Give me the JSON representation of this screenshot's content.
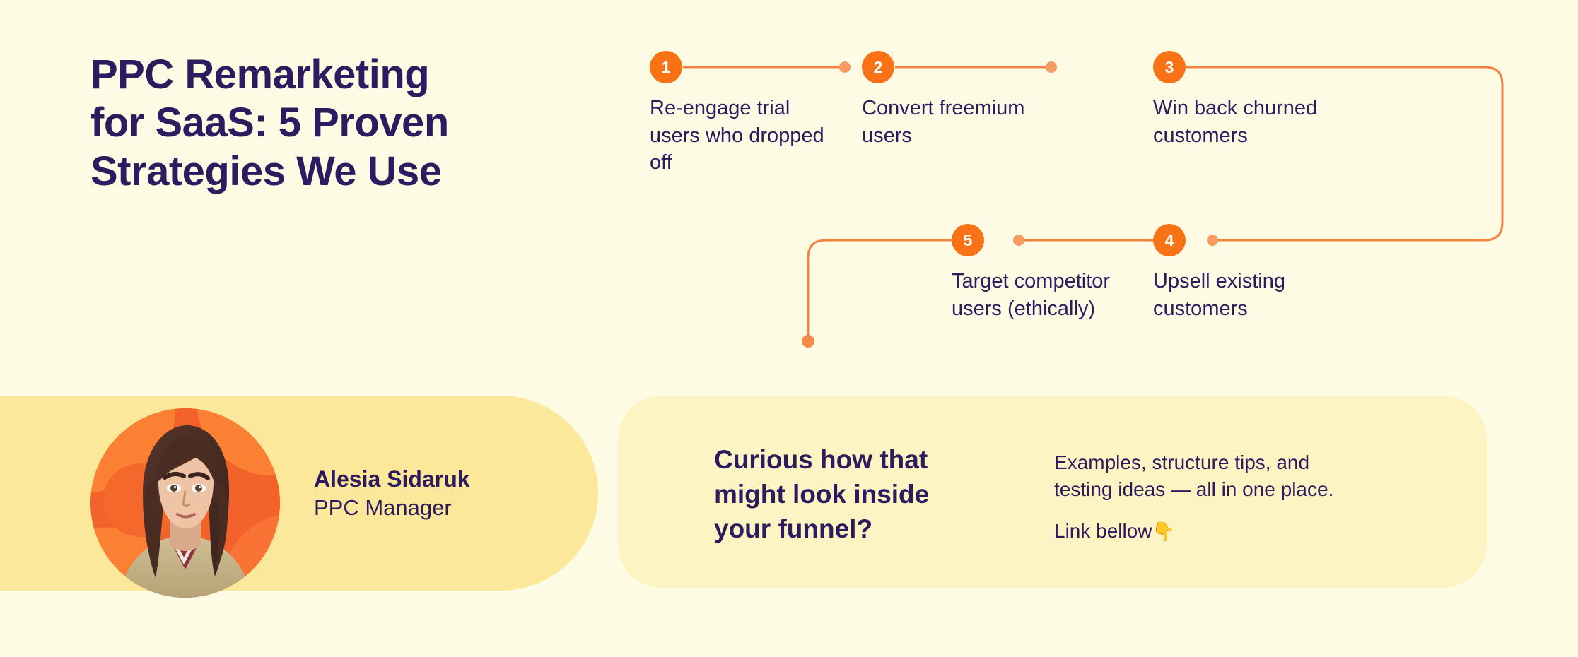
{
  "colors": {
    "page_background": "#FEFBE4",
    "accent_orange": "#F97316",
    "connector_orange": "#F2823C",
    "heading_purple": "#2E1A5E",
    "profile_card_yellow": "#FCE89B",
    "cta_card_yellow": "#FCF4C2"
  },
  "headline": {
    "lines": [
      "PPC Remarketing",
      "for SaaS: 5 Proven",
      "Strategies We Use"
    ]
  },
  "flow": {
    "steps": [
      {
        "number": "1",
        "label": "Re-engage trial users who dropped off"
      },
      {
        "number": "2",
        "label": "Convert freemium users"
      },
      {
        "number": "3",
        "label": "Win back churned customers"
      },
      {
        "number": "4",
        "label": "Upsell existing customers"
      },
      {
        "number": "5",
        "label": "Target competitor users (ethically)"
      }
    ]
  },
  "profile": {
    "name": "Alesia Sidaruk",
    "role": "PPC Manager"
  },
  "cta": {
    "heading_lines": [
      "Curious how that",
      "might look inside",
      "your funnel?"
    ],
    "body_lines": [
      "Examples, structure tips, and",
      "testing ideas — all in one place."
    ],
    "link_text": "Link bellow",
    "link_emoji": "👇"
  }
}
